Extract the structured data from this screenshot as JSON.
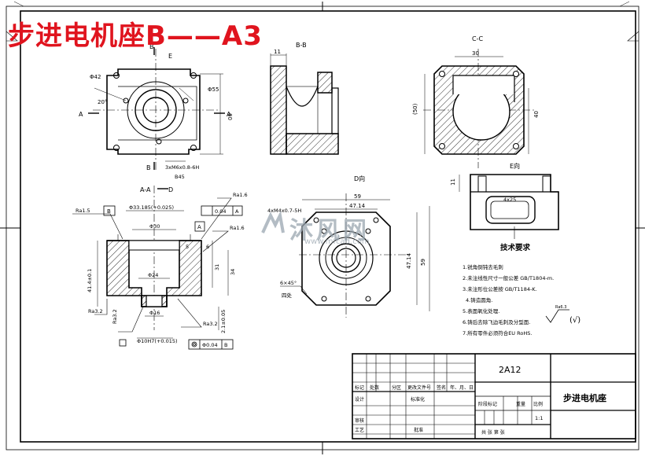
{
  "title_banner": "步进电机座B——A3",
  "watermark": {
    "text": "沐风网",
    "url": "www.mfcad.com"
  },
  "views": {
    "front": {
      "labels": {
        "b_top": "B",
        "e_top": "E",
        "b_bottom": "B",
        "a_left": "A",
        "a_right": "A"
      },
      "dims": {
        "d42": "Φ42",
        "d55": "Φ55",
        "angle": "20°",
        "height": "60",
        "thread": "3xM6x0.8-6H",
        "bottom": "B45"
      }
    },
    "bb": {
      "title": "B-B",
      "dim11": "11"
    },
    "cc": {
      "title": "C-C",
      "dim30": "30",
      "dim50": "(50)",
      "dim40": "40"
    },
    "aa": {
      "title": "A-A",
      "d_label": "D",
      "d33": "Φ33.185(+0.025)",
      "d30": "Φ30",
      "d24": "Φ24",
      "d16": "Φ16",
      "d10": "Φ10H7(+0.015)",
      "ra16a": "Ra1.6",
      "ra16b": "Ra1.6",
      "ra5": "Ra1.5",
      "ra32a": "Ra3.2",
      "ra32b": "Ra3.2",
      "ra32c": "Ra3.2",
      "flat": "0.04",
      "flat_ref": "A",
      "box_b": "B",
      "coax": "Φ0.04",
      "coax_ref": "B",
      "h41": "41.4±0.1",
      "h31": "31",
      "h34": "34",
      "h21": "2.1±0.05",
      "d6": "6",
      "d5": "5"
    },
    "dview": {
      "title": "D向",
      "holes": "4xM4x0.7-5H",
      "w59": "59",
      "w47": "47.14",
      "h47": "47.14",
      "h59": "59",
      "chamfer": "6×45°",
      "chamfer_note": "四处"
    },
    "eview": {
      "title": "E向",
      "dim11": "11",
      "slot": "4x25"
    }
  },
  "tech": {
    "title": "技术要求",
    "items": [
      "1.锐角倒钝去毛刺",
      "2.未注线性尺寸一般公差 GB/T1804-m.",
      "3.未注形位公差按 GB/T1184-K.",
      "4.铸造圆角.",
      "5.表面氧化处理.",
      "6.铸后去除飞边毛刺及分型面.",
      "7.所有零件必须符合EU RoHS."
    ],
    "ra_note": "Ra6.3",
    "ra_paren": "(√)"
  },
  "titleblock": {
    "material": "2A12",
    "part_name": "步进电机座",
    "scale": "1:1",
    "row_labels": [
      "标记",
      "处数",
      "分区",
      "更改文件号",
      "签名",
      "年、月、日"
    ],
    "design": "设计",
    "standardize": "标准化",
    "review": "审核",
    "craft": "工艺",
    "approve": "批准",
    "stage_mark": "阶段标记",
    "weight": "重量",
    "ratio": "比例",
    "sheets": "共 张 第 张"
  }
}
